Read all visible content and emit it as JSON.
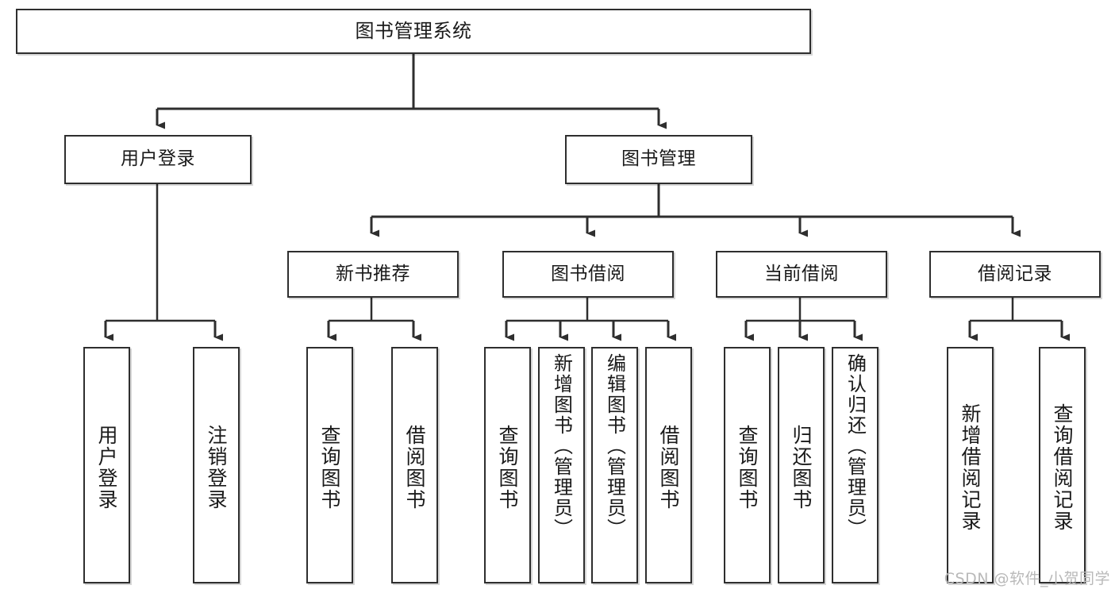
{
  "diagram": {
    "type": "hierarchy-tree",
    "title": "图书管理系统",
    "watermark": "CSDN @软件_小贺同学",
    "colors": {
      "box_border": "#2e2e2e",
      "box_fill": "#ffffff",
      "edge": "#2e2e2e",
      "text": "#1a1a1a",
      "watermark": "#b9b9b9"
    },
    "nodes": {
      "root": {
        "label": "图书管理系统",
        "level": 1
      },
      "user_login": {
        "label": "用户登录",
        "level": 2
      },
      "book_manage": {
        "label": "图书管理",
        "level": 2
      },
      "new_book_rec": {
        "label": "新书推荐",
        "level": 3
      },
      "book_borrow": {
        "label": "图书借阅",
        "level": 3
      },
      "current_borrow": {
        "label": "当前借阅",
        "level": 3
      },
      "borrow_record": {
        "label": "借阅记录",
        "level": 3
      },
      "leaf_user_login": {
        "label": "用户登录",
        "level": 4
      },
      "leaf_logout": {
        "label": "注销登录",
        "level": 4
      },
      "leaf_query_book_1": {
        "label": "查询图书",
        "level": 4
      },
      "leaf_borrow_book_1": {
        "label": "借阅图书",
        "level": 4
      },
      "leaf_query_book_2": {
        "label": "查询图书",
        "level": 4
      },
      "leaf_add_book": {
        "label": "新增图书（管理员）",
        "level": 4
      },
      "leaf_edit_book": {
        "label": "编辑图书（管理员）",
        "level": 4
      },
      "leaf_borrow_book_2": {
        "label": "借阅图书",
        "level": 4
      },
      "leaf_query_book_3": {
        "label": "查询图书",
        "level": 4
      },
      "leaf_return_book": {
        "label": "归还图书",
        "level": 4
      },
      "leaf_confirm_return": {
        "label": "确认归还（管理员）",
        "level": 4
      },
      "leaf_add_record": {
        "label": "新增借阅记录",
        "level": 4
      },
      "leaf_query_record": {
        "label": "查询借阅记录",
        "level": 4
      }
    },
    "edges": [
      {
        "from": "root",
        "to": "user_login"
      },
      {
        "from": "root",
        "to": "book_manage"
      },
      {
        "from": "user_login",
        "to": "leaf_user_login"
      },
      {
        "from": "user_login",
        "to": "leaf_logout"
      },
      {
        "from": "book_manage",
        "to": "new_book_rec"
      },
      {
        "from": "book_manage",
        "to": "book_borrow"
      },
      {
        "from": "book_manage",
        "to": "current_borrow"
      },
      {
        "from": "book_manage",
        "to": "borrow_record"
      },
      {
        "from": "new_book_rec",
        "to": "leaf_query_book_1"
      },
      {
        "from": "new_book_rec",
        "to": "leaf_borrow_book_1"
      },
      {
        "from": "book_borrow",
        "to": "leaf_query_book_2"
      },
      {
        "from": "book_borrow",
        "to": "leaf_add_book"
      },
      {
        "from": "book_borrow",
        "to": "leaf_edit_book"
      },
      {
        "from": "book_borrow",
        "to": "leaf_borrow_book_2"
      },
      {
        "from": "current_borrow",
        "to": "leaf_query_book_3"
      },
      {
        "from": "current_borrow",
        "to": "leaf_return_book"
      },
      {
        "from": "current_borrow",
        "to": "leaf_confirm_return"
      },
      {
        "from": "borrow_record",
        "to": "leaf_add_record"
      },
      {
        "from": "borrow_record",
        "to": "leaf_query_record"
      }
    ]
  }
}
